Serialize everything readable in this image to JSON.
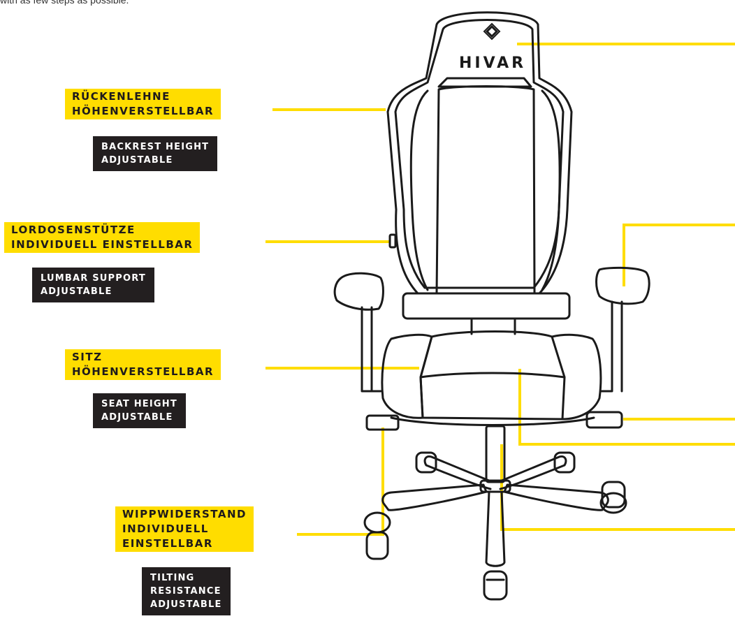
{
  "intro_text": "with as few steps as possible.",
  "brand": {
    "logo_text": "HIVAR"
  },
  "colors": {
    "accent": "#ffdd00",
    "dark": "#231f20",
    "outline": "#1a1a1a"
  },
  "callouts": [
    {
      "de": [
        "RÜCKENLEHNE",
        "HÖHENVERSTELLBAR"
      ],
      "en": [
        "BACKREST HEIGHT",
        "ADJUSTABLE"
      ]
    },
    {
      "de": [
        "LORDOSENSTÜTZE",
        "INDIVIDUELL EINSTELLBAR"
      ],
      "en": [
        "LUMBAR SUPPORT",
        "ADJUSTABLE"
      ]
    },
    {
      "de": [
        "SITZ",
        "HÖHENVERSTELLBAR"
      ],
      "en": [
        "SEAT HEIGHT",
        "ADJUSTABLE"
      ]
    },
    {
      "de": [
        "WIPPWIDERSTAND",
        "INDIVIDUELL",
        "EINSTELLBAR"
      ],
      "en": [
        "TILTING",
        "RESISTANCE",
        "ADJUSTABLE"
      ]
    }
  ]
}
